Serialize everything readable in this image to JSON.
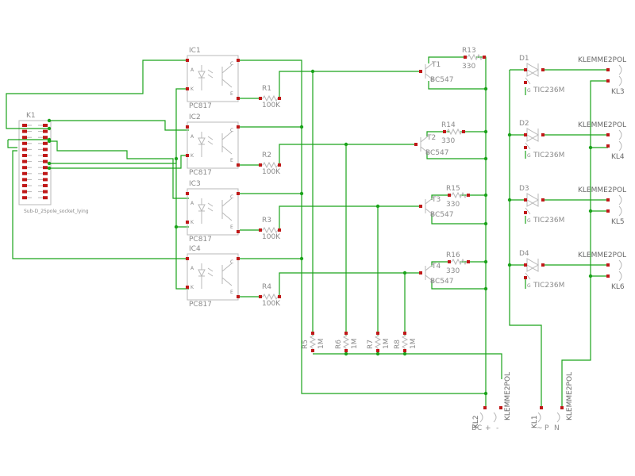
{
  "connector": {
    "ref": "K1",
    "type": "Sub-D_25pole_socket_lying"
  },
  "optos": [
    {
      "ref": "IC1",
      "type": "PC817",
      "pin_a": "A",
      "pin_k": "K",
      "pin_c": "C",
      "pin_e": "E"
    },
    {
      "ref": "IC2",
      "type": "PC817",
      "pin_a": "A",
      "pin_k": "K",
      "pin_c": "C",
      "pin_e": "E"
    },
    {
      "ref": "IC3",
      "type": "PC817",
      "pin_a": "A",
      "pin_k": "K",
      "pin_c": "C",
      "pin_e": "E"
    },
    {
      "ref": "IC4",
      "type": "PC817",
      "pin_a": "A",
      "pin_k": "K",
      "pin_c": "C",
      "pin_e": "E"
    }
  ],
  "base_resistors": [
    {
      "ref": "R1",
      "value": "100K"
    },
    {
      "ref": "R2",
      "value": "100K"
    },
    {
      "ref": "R3",
      "value": "100K"
    },
    {
      "ref": "R4",
      "value": "100K"
    }
  ],
  "transistors": [
    {
      "ref": "T1",
      "type": "BC547"
    },
    {
      "ref": "T2",
      "type": "BC547"
    },
    {
      "ref": "T3",
      "type": "BC547"
    },
    {
      "ref": "T4",
      "type": "BC547"
    }
  ],
  "collector_resistors": [
    {
      "ref": "R13",
      "value": "330"
    },
    {
      "ref": "R14",
      "value": "330"
    },
    {
      "ref": "R15",
      "value": "330"
    },
    {
      "ref": "R16",
      "value": "330"
    }
  ],
  "pulldown_resistors": [
    {
      "ref": "R5",
      "value": "1M"
    },
    {
      "ref": "R6",
      "value": "1M"
    },
    {
      "ref": "R7",
      "value": "1M"
    },
    {
      "ref": "R8",
      "value": "1M"
    }
  ],
  "triacs": [
    {
      "ref": "D1",
      "type": "TIC236M",
      "gate": "G"
    },
    {
      "ref": "D2",
      "type": "TIC236M",
      "gate": "G"
    },
    {
      "ref": "D3",
      "type": "TIC236M",
      "gate": "G"
    },
    {
      "ref": "D4",
      "type": "TIC236M",
      "gate": "G"
    }
  ],
  "outputs": [
    {
      "type": "KLEMME2POL",
      "ref": "KL3"
    },
    {
      "type": "KLEMME2POL",
      "ref": "KL4"
    },
    {
      "type": "KLEMME2POL",
      "ref": "KL5"
    },
    {
      "type": "KLEMME2POL",
      "ref": "KL6"
    }
  ],
  "supply_terminals": [
    {
      "ref": "KL2",
      "type": "KLEMME2POL",
      "pin1": "DC",
      "pin_plus": "+",
      "pin_minus": "-"
    },
    {
      "ref": "KL1",
      "type": "KLEMME2POL",
      "pin_l": "~",
      "pin_p": "P",
      "pin_n": "N"
    }
  ],
  "colors": {
    "wire": "#1aa31a",
    "part": "#b8b8b8",
    "pin": "#c01818",
    "text": "#8a8a8a"
  }
}
